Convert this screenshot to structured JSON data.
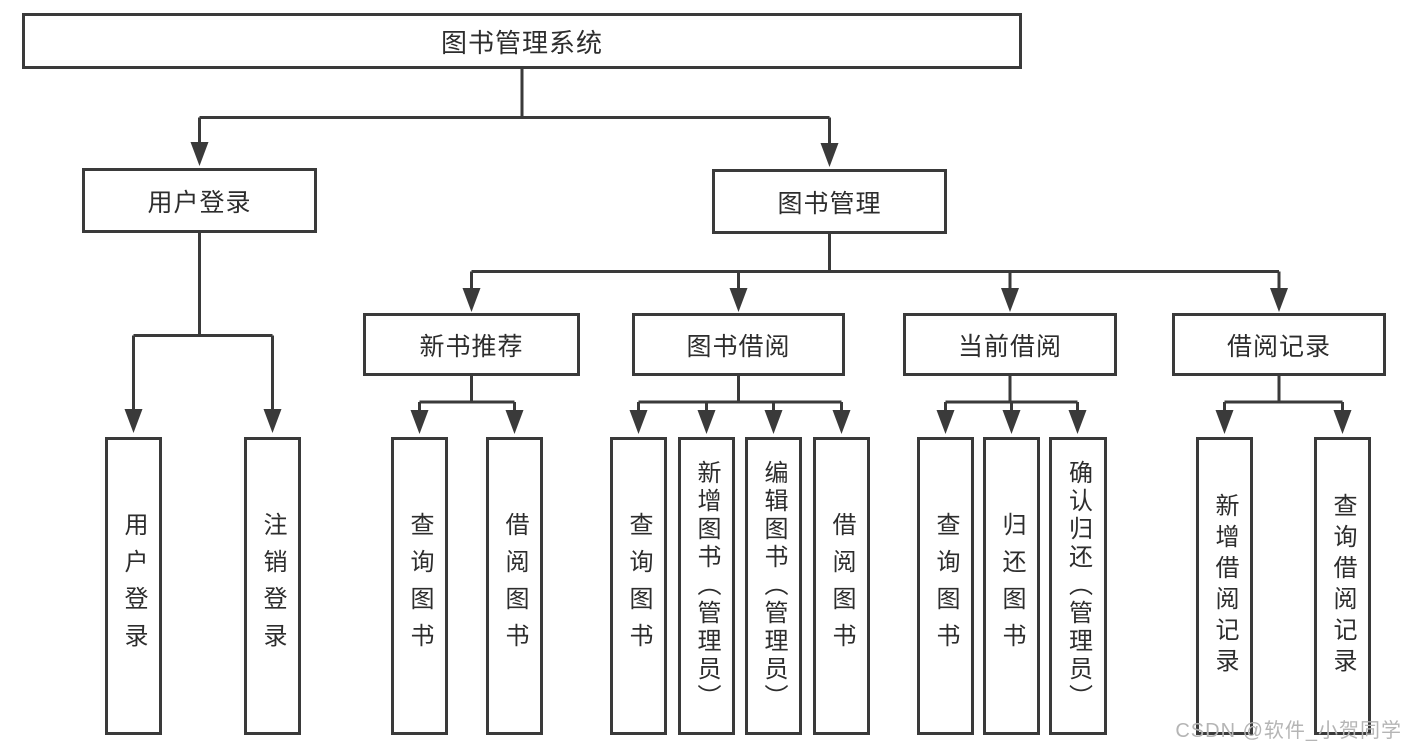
{
  "diagram": {
    "title": "图书管理系统",
    "level2": [
      {
        "label": "用户登录"
      },
      {
        "label": "图书管理"
      }
    ],
    "level3": [
      {
        "label": "新书推荐"
      },
      {
        "label": "图书借阅"
      },
      {
        "label": "当前借阅"
      },
      {
        "label": "借阅记录"
      }
    ],
    "leaves": {
      "user_login": [
        {
          "label": "用户登录"
        },
        {
          "label": "注销登录"
        }
      ],
      "new_book": [
        {
          "label": "查询图书"
        },
        {
          "label": "借阅图书"
        }
      ],
      "book_borrow": [
        {
          "label": "查询图书"
        },
        {
          "label": "新增图书（管理员）"
        },
        {
          "label": "编辑图书（管理员）"
        },
        {
          "label": "借阅图书"
        }
      ],
      "current_borrow": [
        {
          "label": "查询图书"
        },
        {
          "label": "归还图书"
        },
        {
          "label": "确认归还（管理员）"
        }
      ],
      "borrow_record": [
        {
          "label": "新增借阅记录"
        },
        {
          "label": "查询借阅记录"
        }
      ]
    }
  },
  "watermark": {
    "text": "CSDN @软件_小贺同学"
  },
  "colors": {
    "line": "#3a3a3a",
    "text": "#2d2d2d",
    "watermark": "#b5b5b5",
    "background": "#ffffff"
  }
}
